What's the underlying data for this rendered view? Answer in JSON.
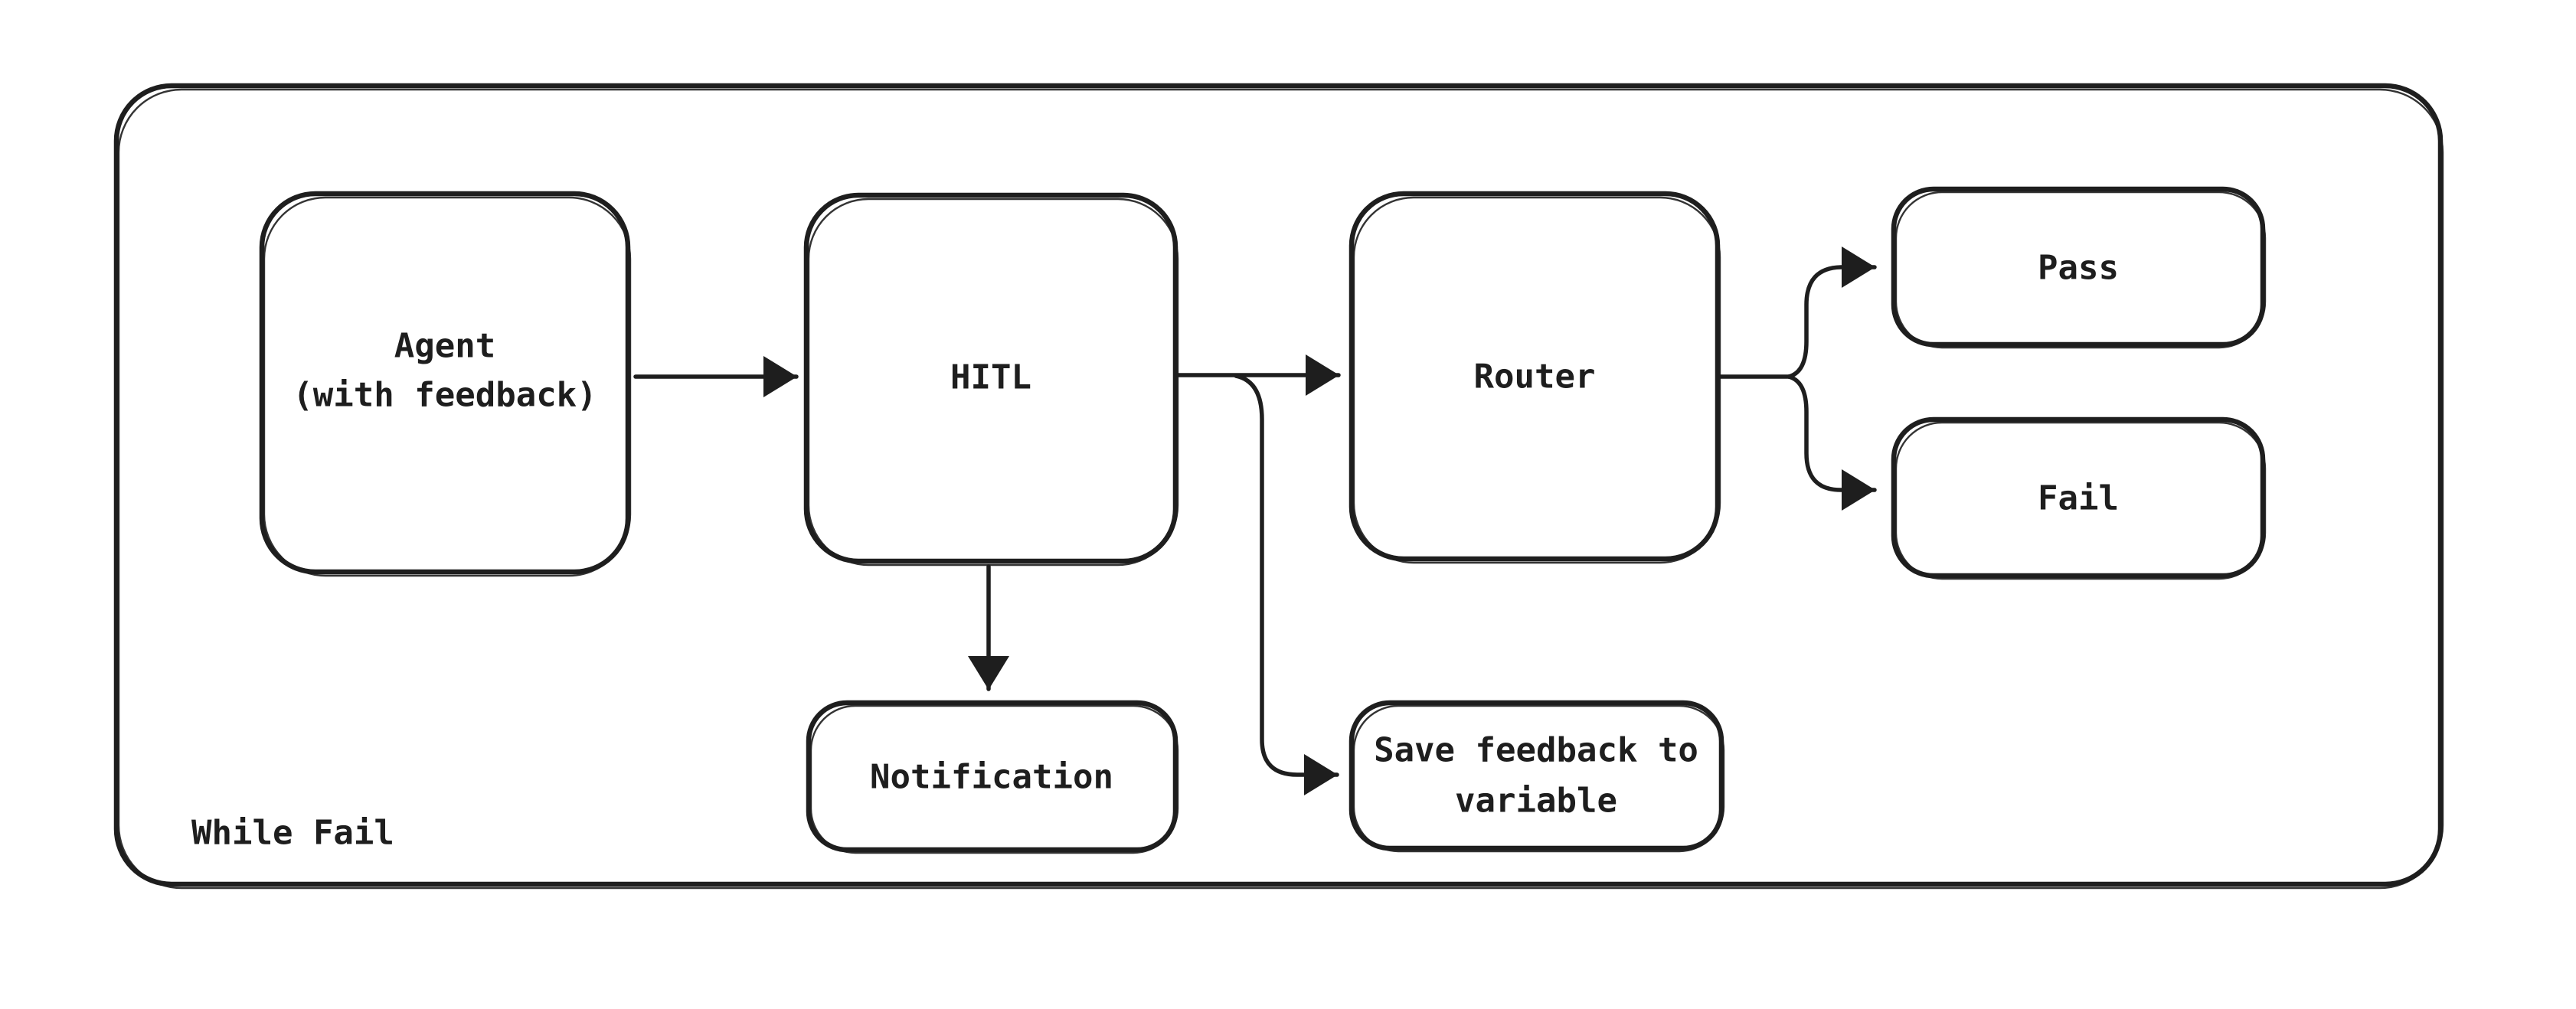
{
  "diagram": {
    "type": "flowchart",
    "background": "#ffffff",
    "colors": {
      "stroke": "#1e1e1e",
      "node_fill": "#ffffff"
    },
    "container": {
      "label": "While Fail"
    },
    "nodes": {
      "agent": {
        "label": "Agent (with feedback)",
        "lines": [
          "Agent",
          "(with feedback)"
        ]
      },
      "hitl": {
        "label": "HITL",
        "lines": [
          "HITL"
        ]
      },
      "router": {
        "label": "Router",
        "lines": [
          "Router"
        ]
      },
      "pass": {
        "label": "Pass",
        "lines": [
          "Pass"
        ]
      },
      "fail": {
        "label": "Fail",
        "lines": [
          "Fail"
        ]
      },
      "notification": {
        "label": "Notification",
        "lines": [
          "Notification"
        ]
      },
      "save_feedback": {
        "label": "Save feedback to variable",
        "lines": [
          "Save feedback to",
          "variable"
        ]
      }
    },
    "edges": [
      {
        "from": "agent",
        "to": "hitl"
      },
      {
        "from": "hitl",
        "to": "router"
      },
      {
        "from": "hitl",
        "to": "notification"
      },
      {
        "from": "hitl",
        "to": "save_feedback"
      },
      {
        "from": "router",
        "to": "pass"
      },
      {
        "from": "router",
        "to": "fail"
      }
    ]
  }
}
